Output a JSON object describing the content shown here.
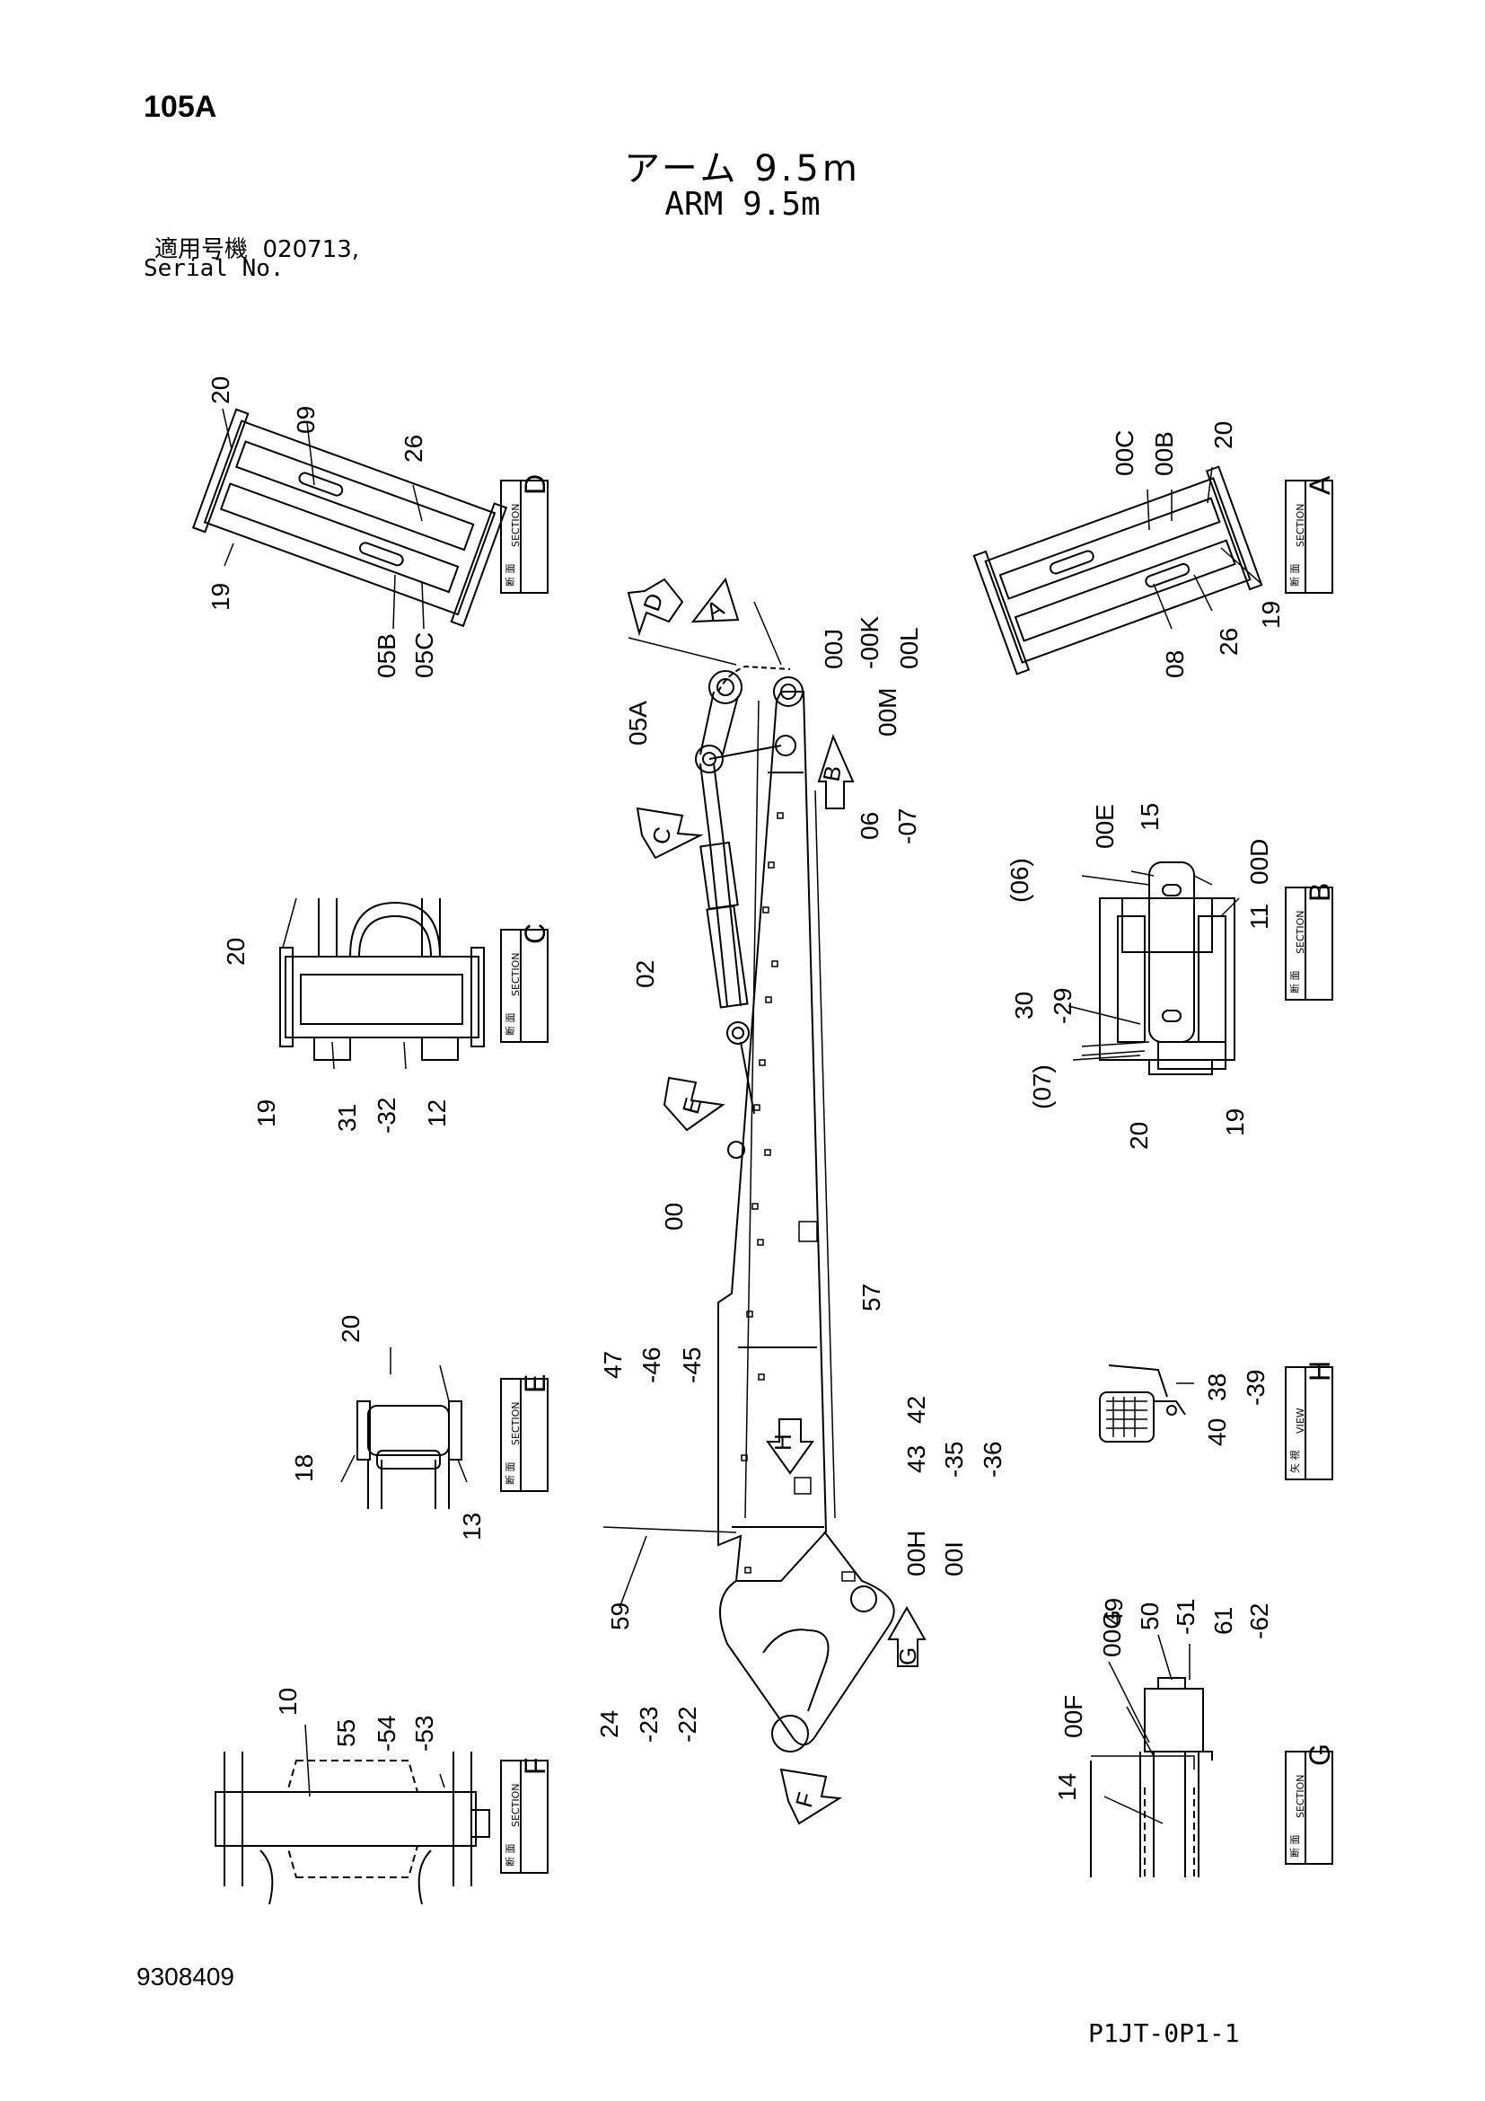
{
  "header": {
    "page_code": "105A",
    "title_ja": "アーム 9.5m",
    "title_en": "ARM 9.5m",
    "serial_ja": "適用号機  020713,",
    "serial_en": "Serial No."
  },
  "footer": {
    "doc_no": "9308409",
    "sheet_code": "P1JT-0P1-1"
  },
  "sections": {
    "A": {
      "letter": "A",
      "ja": "断 面",
      "en": "SECTION"
    },
    "B": {
      "letter": "B",
      "ja": "断 面",
      "en": "SECTION"
    },
    "C": {
      "letter": "C",
      "ja": "断 面",
      "en": "SECTION"
    },
    "D": {
      "letter": "D",
      "ja": "断 面",
      "en": "SECTION"
    },
    "E": {
      "letter": "E",
      "ja": "断 面",
      "en": "SECTION"
    },
    "F": {
      "letter": "F",
      "ja": "断 面",
      "en": "SECTION"
    },
    "G": {
      "letter": "G",
      "ja": "断 面",
      "en": "SECTION"
    },
    "H": {
      "letter": "H",
      "ja": "矢 視",
      "en": "VIEW"
    }
  },
  "view_arrows": [
    "A",
    "B",
    "C",
    "D",
    "E",
    "F",
    "G",
    "H"
  ],
  "labels": {
    "d": [
      "20",
      "09",
      "26",
      "19",
      "05B",
      "05C"
    ],
    "a": [
      "00C",
      "00B",
      "20",
      "19",
      "26",
      "08"
    ],
    "main_top": [
      "00J",
      "-00K",
      "00L",
      "00M",
      "05A",
      "06",
      "-07"
    ],
    "b": [
      "(06)",
      "00E",
      "15",
      "00D",
      "11",
      "30",
      "-29",
      "(07)",
      "20",
      "19"
    ],
    "c": [
      "20",
      "19",
      "31",
      "-32",
      "12"
    ],
    "main_mid": [
      "02",
      "00",
      "57"
    ],
    "main_low": [
      "47",
      "-46",
      "-45",
      "42",
      "43",
      "-35",
      "-36",
      "59",
      "00H",
      "00I",
      "24",
      "-23",
      "-22"
    ],
    "e": [
      "20",
      "18",
      "13"
    ],
    "h": [
      "40",
      "38",
      "-39"
    ],
    "f": [
      "10",
      "55",
      "-54",
      "-53"
    ],
    "g": [
      "00G",
      "49",
      "50",
      "-51",
      "61",
      "-62",
      "00F",
      "14"
    ]
  }
}
